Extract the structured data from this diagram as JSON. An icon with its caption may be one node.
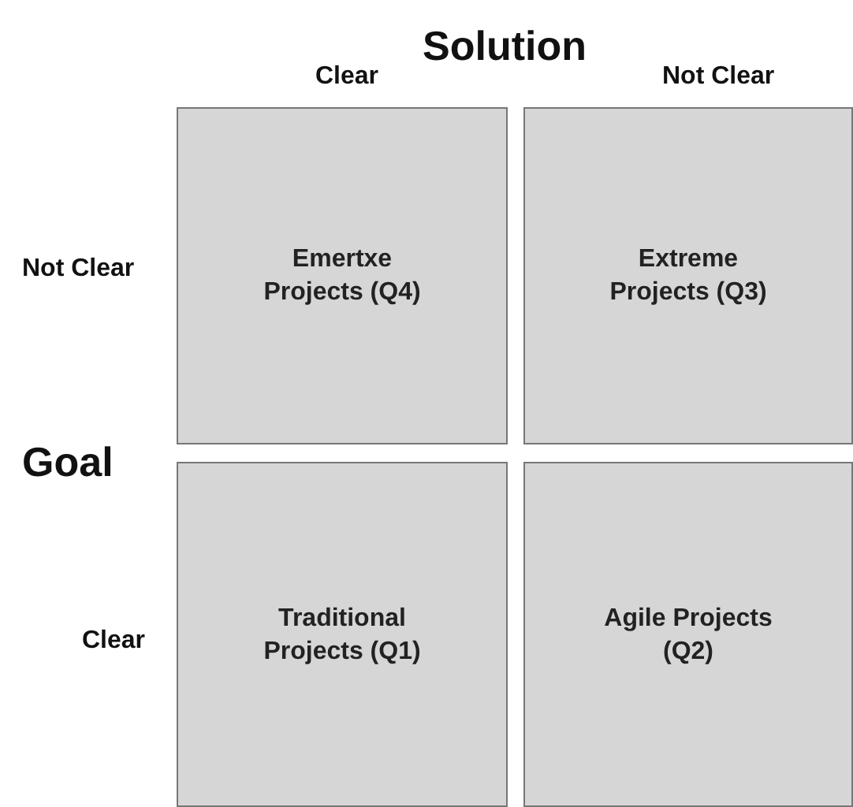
{
  "diagram": {
    "nodes": [
      {
        "text": [
          "Emertxe Projects (Q4)"
        ]
      },
      {
        "text": [
          "Extreme Projects (Q3)"
        ]
      },
      {
        "text": [
          "Traditional Projects (Q1)"
        ]
      },
      {
        "text": [
          "Agile Projects (Q2)"
        ]
      }
    ],
    "labels": [
      "Solution",
      "Clear",
      "Not Clear",
      "Not Clear",
      "Goal",
      "Clear"
    ]
  }
}
